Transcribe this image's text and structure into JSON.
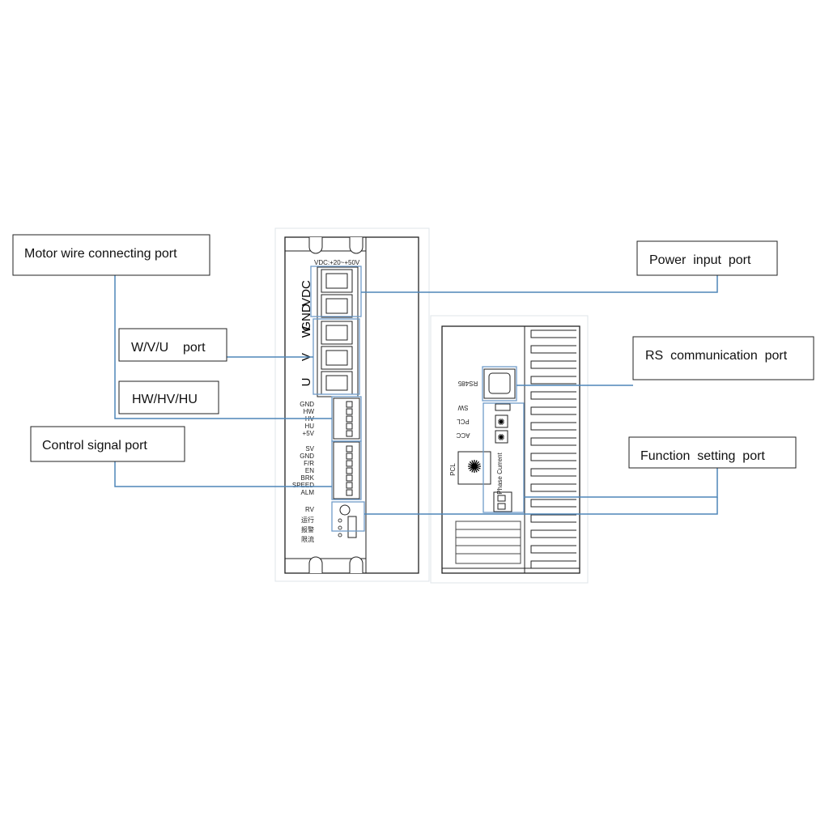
{
  "labels": {
    "motor_wire": "Motor wire connecting port",
    "wvu": "W/V/U    port",
    "hall": "HW/HV/HU",
    "control": "Control signal port",
    "power": "Power  input  port",
    "rs": "RS  communication  port",
    "function": "Function  setting  port"
  },
  "left_device": {
    "vdc_range": "VDC:+20~+50V",
    "power_terms": [
      "VDC",
      "GND"
    ],
    "motor_terms": [
      "W",
      "V",
      "U"
    ],
    "hall_pins": [
      "GND",
      "HW",
      "HV",
      "HU",
      "+5V"
    ],
    "signal_pins": [
      "SV",
      "GND",
      "F/R",
      "EN",
      "BRK",
      "SPEED",
      "ALM"
    ],
    "rv": "RV",
    "leds": [
      "运行",
      "报警",
      "限流"
    ]
  },
  "right_device": {
    "rs485": "RS485",
    "sw": "SW",
    "pcl": "PCL",
    "acc": "ACC",
    "pcl2": "PCL",
    "phase_current": "Phase Current"
  },
  "colors": {
    "leader_line": "#4f86b8",
    "highlight": "#6f9cc8"
  }
}
